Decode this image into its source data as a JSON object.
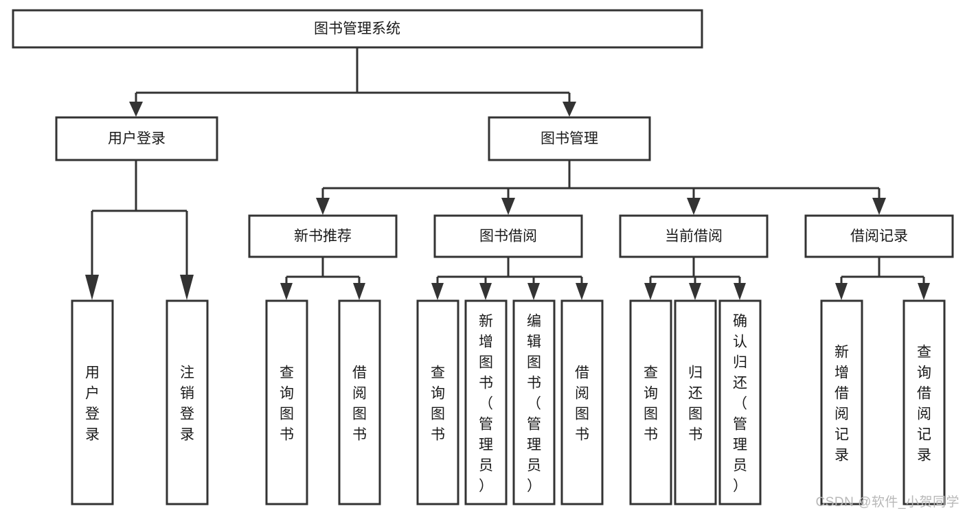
{
  "diagram": {
    "title": "图书管理系统",
    "type": "tree",
    "root": {
      "id": "root",
      "label": "图书管理系统",
      "orientation": "horizontal"
    },
    "level2": [
      {
        "id": "user-login",
        "label": "用户登录",
        "orientation": "horizontal"
      },
      {
        "id": "book-management",
        "label": "图书管理",
        "orientation": "horizontal"
      }
    ],
    "level3": [
      {
        "id": "new-book-recommend",
        "label": "新书推荐",
        "orientation": "horizontal",
        "parent": "book-management"
      },
      {
        "id": "book-borrow",
        "label": "图书借阅",
        "orientation": "horizontal",
        "parent": "book-management"
      },
      {
        "id": "current-borrow",
        "label": "当前借阅",
        "orientation": "horizontal",
        "parent": "book-management"
      },
      {
        "id": "borrow-record",
        "label": "借阅记录",
        "orientation": "horizontal",
        "parent": "book-management"
      }
    ],
    "leaves": [
      {
        "id": "leaf-user-login",
        "label": "用户登录",
        "orientation": "vertical",
        "parent": "user-login"
      },
      {
        "id": "leaf-logout-login",
        "label": "注销登录",
        "orientation": "vertical",
        "parent": "user-login"
      },
      {
        "id": "leaf-query-book-1",
        "label": "查询图书",
        "orientation": "vertical",
        "parent": "new-book-recommend"
      },
      {
        "id": "leaf-borrow-book-1",
        "label": "借阅图书",
        "orientation": "vertical",
        "parent": "new-book-recommend"
      },
      {
        "id": "leaf-query-book-2",
        "label": "查询图书",
        "orientation": "vertical",
        "parent": "book-borrow"
      },
      {
        "id": "leaf-add-book",
        "label": "新增图书（管理员）",
        "orientation": "vertical",
        "parent": "book-borrow"
      },
      {
        "id": "leaf-edit-book",
        "label": "编辑图书（管理员）",
        "orientation": "vertical",
        "parent": "book-borrow"
      },
      {
        "id": "leaf-borrow-book-2",
        "label": "借阅图书",
        "orientation": "vertical",
        "parent": "book-borrow"
      },
      {
        "id": "leaf-query-book-3",
        "label": "查询图书",
        "orientation": "vertical",
        "parent": "current-borrow"
      },
      {
        "id": "leaf-return-book",
        "label": "归还图书",
        "orientation": "vertical",
        "parent": "current-borrow"
      },
      {
        "id": "leaf-confirm-return",
        "label": "确认归还（管理员）",
        "orientation": "vertical",
        "parent": "current-borrow"
      },
      {
        "id": "leaf-add-borrow-record",
        "label": "新增借阅记录",
        "orientation": "vertical",
        "parent": "borrow-record"
      },
      {
        "id": "leaf-query-borrow-record",
        "label": "查询借阅记录",
        "orientation": "vertical",
        "parent": "borrow-record"
      }
    ],
    "colors": {
      "box_fill": "#ffffff",
      "box_stroke": "#333333",
      "text": "#1a1a1a",
      "watermark": "#b8b8b8",
      "background": "#ffffff"
    }
  },
  "watermark": {
    "text": "CSDN @软件_小贺同学"
  }
}
